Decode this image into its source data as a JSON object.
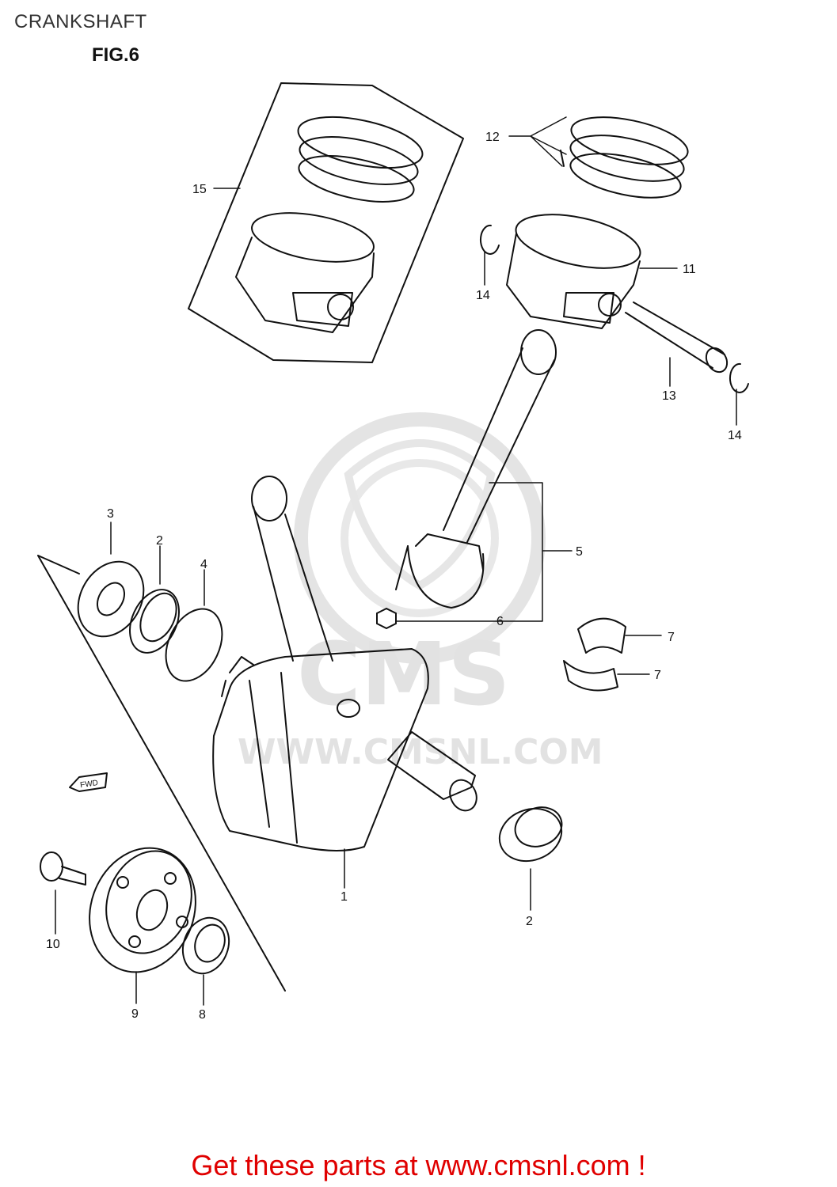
{
  "header": {
    "title": "CRANKSHAFT",
    "figure": "FIG.6"
  },
  "watermark": {
    "brand": "CMS",
    "site": "WWW.CMSNL.COM"
  },
  "fwd_marker": "FWD",
  "callouts": [
    {
      "id": "1"
    },
    {
      "id": "2a"
    },
    {
      "id": "2b"
    },
    {
      "id": "3"
    },
    {
      "id": "4"
    },
    {
      "id": "5"
    },
    {
      "id": "6"
    },
    {
      "id": "7a"
    },
    {
      "id": "7b"
    },
    {
      "id": "8"
    },
    {
      "id": "9"
    },
    {
      "id": "10"
    },
    {
      "id": "11"
    },
    {
      "id": "12"
    },
    {
      "id": "13"
    },
    {
      "id": "14a"
    },
    {
      "id": "14b"
    },
    {
      "id": "15"
    }
  ],
  "labels": {
    "c1": "1",
    "c2a": "2",
    "c2b": "2",
    "c3": "3",
    "c4": "4",
    "c5": "5",
    "c6": "6",
    "c7a": "7",
    "c7b": "7",
    "c8": "8",
    "c9": "9",
    "c10": "10",
    "c11": "11",
    "c12": "12",
    "c13": "13",
    "c14a": "14",
    "c14b": "14",
    "c15": "15"
  },
  "footer": {
    "link_text": "Get these parts at www.cmsnl.com !"
  },
  "colors": {
    "footer_text": "#e00000",
    "line_art": "#111111",
    "watermark": "#e2e2e2"
  }
}
